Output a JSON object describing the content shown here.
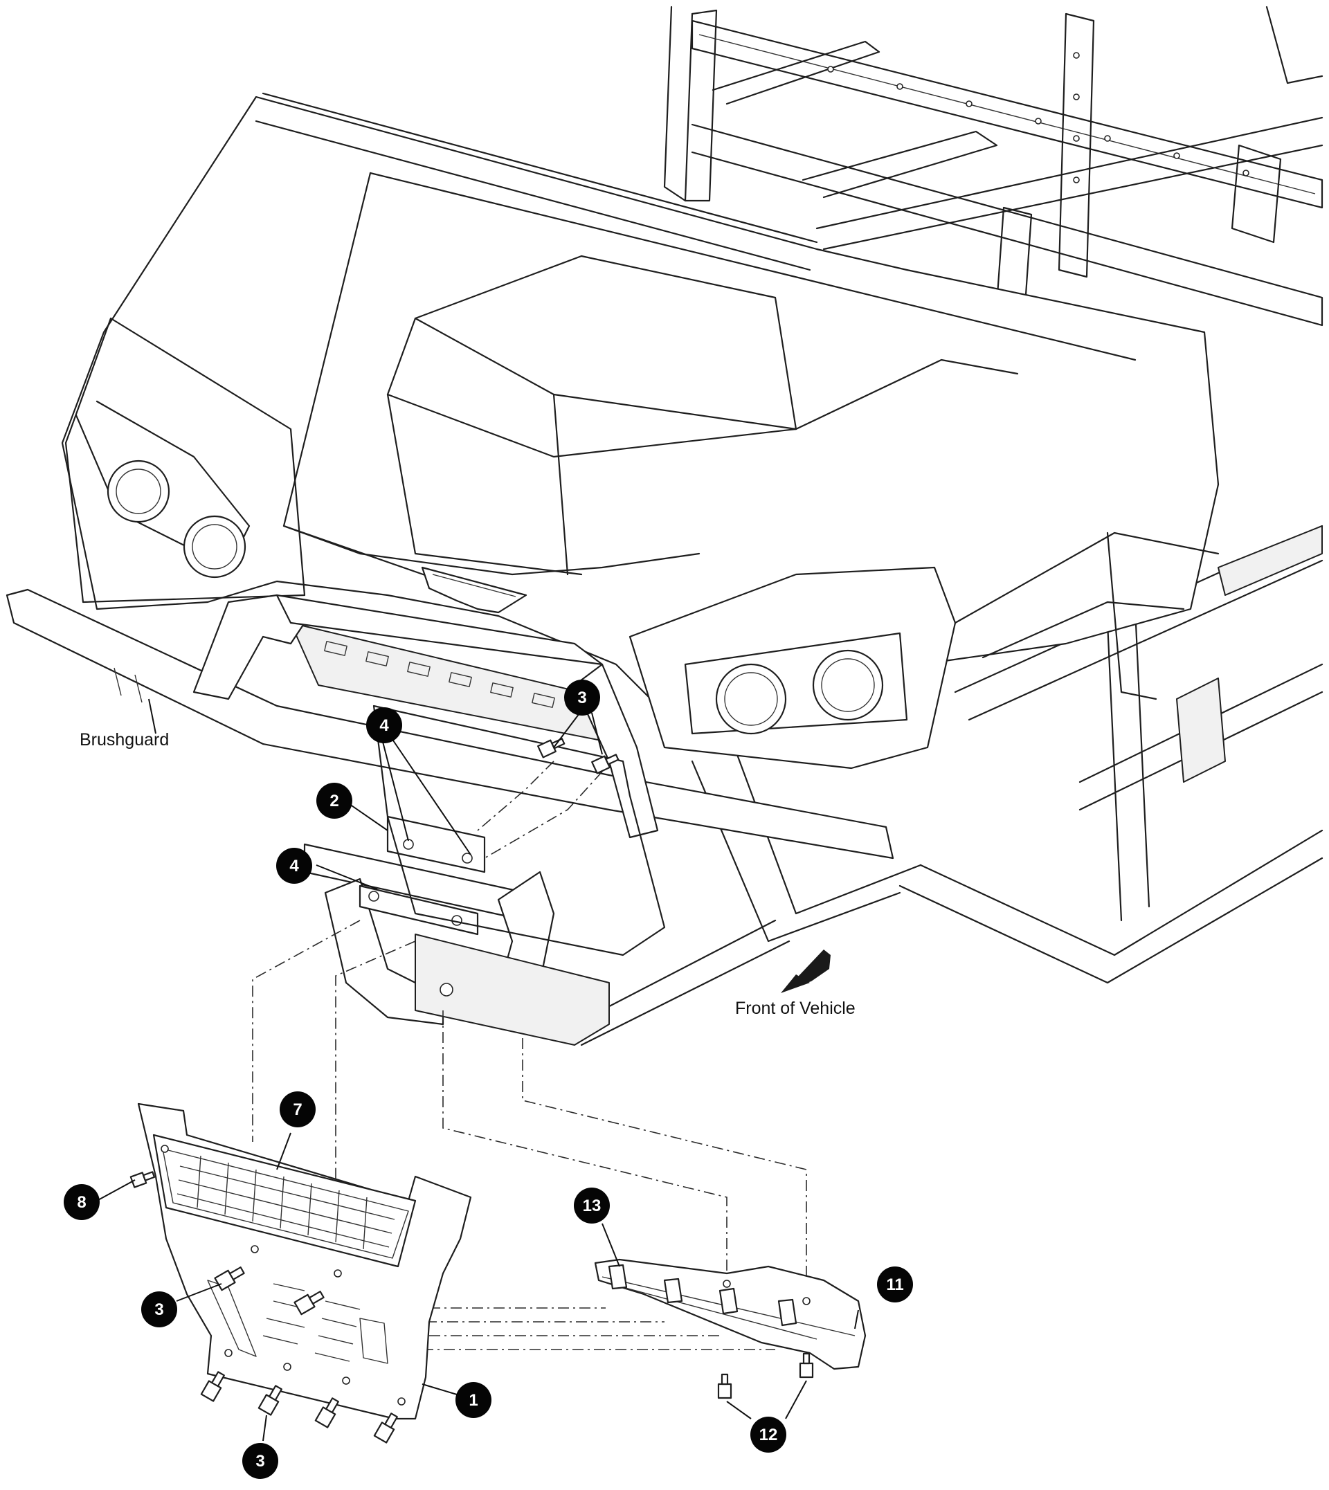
{
  "labels": {
    "brushguard": "Brushguard",
    "front_of_vehicle": "Front of Vehicle"
  },
  "callouts": [
    {
      "id": "c1",
      "number": "1"
    },
    {
      "id": "c2",
      "number": "2"
    },
    {
      "id": "c3a",
      "number": "3"
    },
    {
      "id": "c3b",
      "number": "3"
    },
    {
      "id": "c3c",
      "number": "3"
    },
    {
      "id": "c4a",
      "number": "4"
    },
    {
      "id": "c4b",
      "number": "4"
    },
    {
      "id": "c7",
      "number": "7"
    },
    {
      "id": "c8",
      "number": "8"
    },
    {
      "id": "c11",
      "number": "11"
    },
    {
      "id": "c12",
      "number": "12"
    },
    {
      "id": "c13",
      "number": "13"
    }
  ],
  "colors": {
    "line": "#1e1e1e",
    "callout_fill": "#050505",
    "callout_text": "#ffffff",
    "background": "#ffffff"
  }
}
